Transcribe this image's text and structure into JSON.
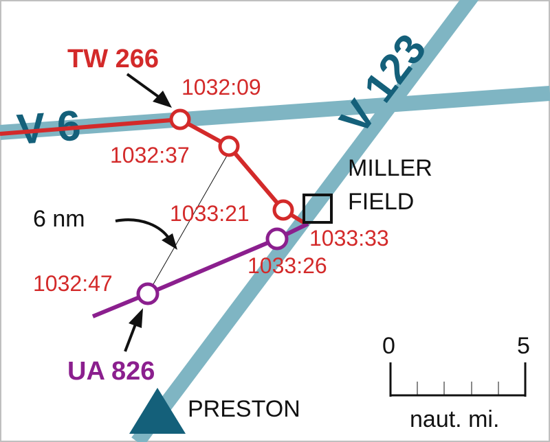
{
  "airways": [
    {
      "name": "V 6",
      "color": "#7fb5c3"
    },
    {
      "name": "V 123",
      "color": "#7fb5c3"
    }
  ],
  "airway_label_color": "#14607a",
  "flights": [
    {
      "callsign": "TW 266",
      "color": "#d32a2a",
      "fixes": [
        "1032:09",
        "1032:37",
        "1033:21",
        "1033:33"
      ]
    },
    {
      "callsign": "UA 826",
      "color": "#8b1f8e",
      "fixes": [
        "1032:47",
        "1033:26"
      ]
    }
  ],
  "separation_label": "6 nm",
  "airport": {
    "line1": "MILLER",
    "line2": "FIELD",
    "icon": "square-airport-icon"
  },
  "vor": {
    "name": "PRESTON",
    "icon": "triangle-navaid-icon",
    "color": "#14607a"
  },
  "scale_bar": {
    "start": "0",
    "end": "5",
    "unit": "naut. mi."
  }
}
